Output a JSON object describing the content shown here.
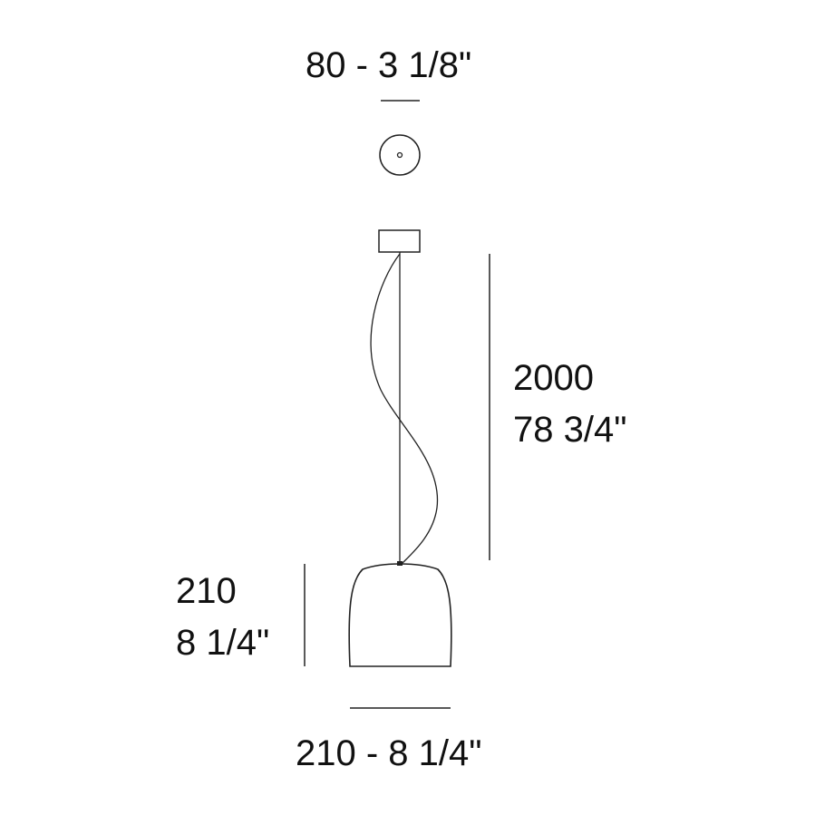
{
  "dimensions": {
    "canopy_width": "80 - 3 1/8\"",
    "drop_mm": "2000",
    "drop_in": "78 3/4\"",
    "shade_height_mm": "210",
    "shade_height_in": "8 1/4\"",
    "shade_width": "210 - 8 1/4\""
  },
  "colors": {
    "line": "#222222",
    "background": "#ffffff"
  }
}
